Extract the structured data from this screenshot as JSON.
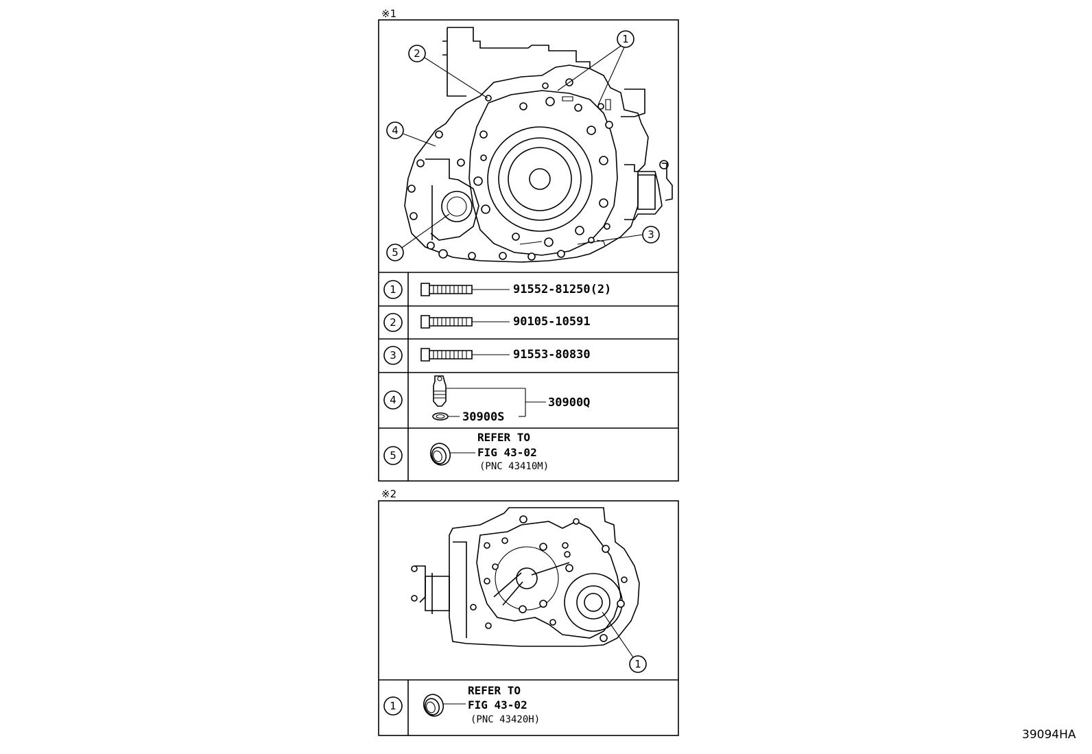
{
  "figure_code": "39094HA",
  "section1": {
    "marker": "※1",
    "rows": [
      {
        "num": "1",
        "part": "91552-81250(2)"
      },
      {
        "num": "2",
        "part": "90105-10591"
      },
      {
        "num": "3",
        "part": "91553-80830"
      },
      {
        "num": "4",
        "part_main": "30900Q",
        "part_sub": "30900S"
      },
      {
        "num": "5",
        "ref_line1": "REFER TO",
        "ref_line2": "FIG 43-02",
        "ref_line3": "(PNC 43410M)"
      }
    ],
    "callouts": [
      "1",
      "2",
      "3",
      "4",
      "5"
    ]
  },
  "section2": {
    "marker": "※2",
    "rows": [
      {
        "num": "1",
        "ref_line1": "REFER TO",
        "ref_line2": "FIG 43-02",
        "ref_line3": "(PNC 43420H)"
      }
    ],
    "callouts": [
      "1"
    ]
  }
}
